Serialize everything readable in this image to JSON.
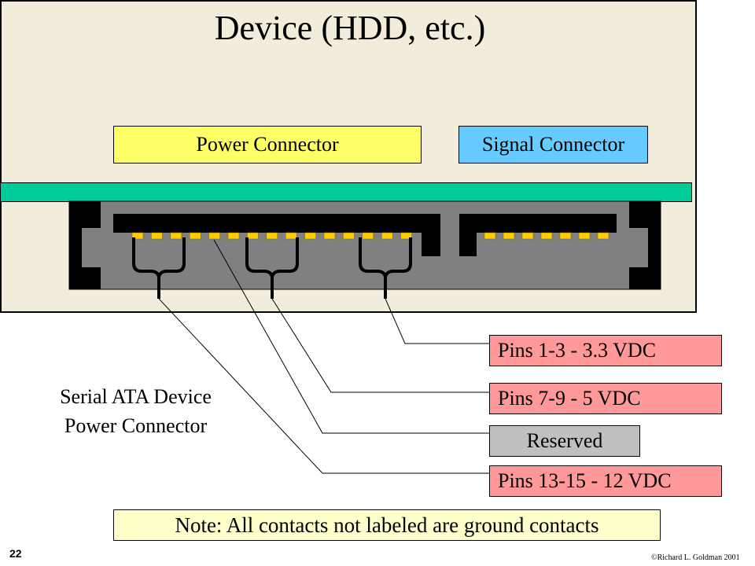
{
  "device": {
    "title": "Device (HDD, etc.)"
  },
  "connectors": {
    "power_label": "Power Connector",
    "signal_label": "Signal Connector"
  },
  "pins": {
    "pins_1_3": "Pins 1-3 - 3.3 VDC",
    "pins_7_9": "Pins 7-9 - 5 VDC",
    "reserved": "Reserved",
    "pins_13_15": "Pins 13-15 - 12 VDC"
  },
  "caption": {
    "line1": "Serial ATA Device",
    "line2": "Power Connector"
  },
  "note": "Note: All contacts not labeled are ground contacts",
  "footer": {
    "slide_number": "22",
    "copyright": "©Richard L. Goldman 2001"
  },
  "colors": {
    "device_bg": "#f2ecdc",
    "power_box": "#ffff66",
    "signal_box": "#66ccff",
    "pcb": "#00cc99",
    "pin_red": "#ff9999",
    "reserved_gray": "#c0c0c0",
    "pin_contact": "#ffcc00",
    "connector_gray": "#808080"
  },
  "contact_counts": {
    "power": 15,
    "signal": 7
  }
}
